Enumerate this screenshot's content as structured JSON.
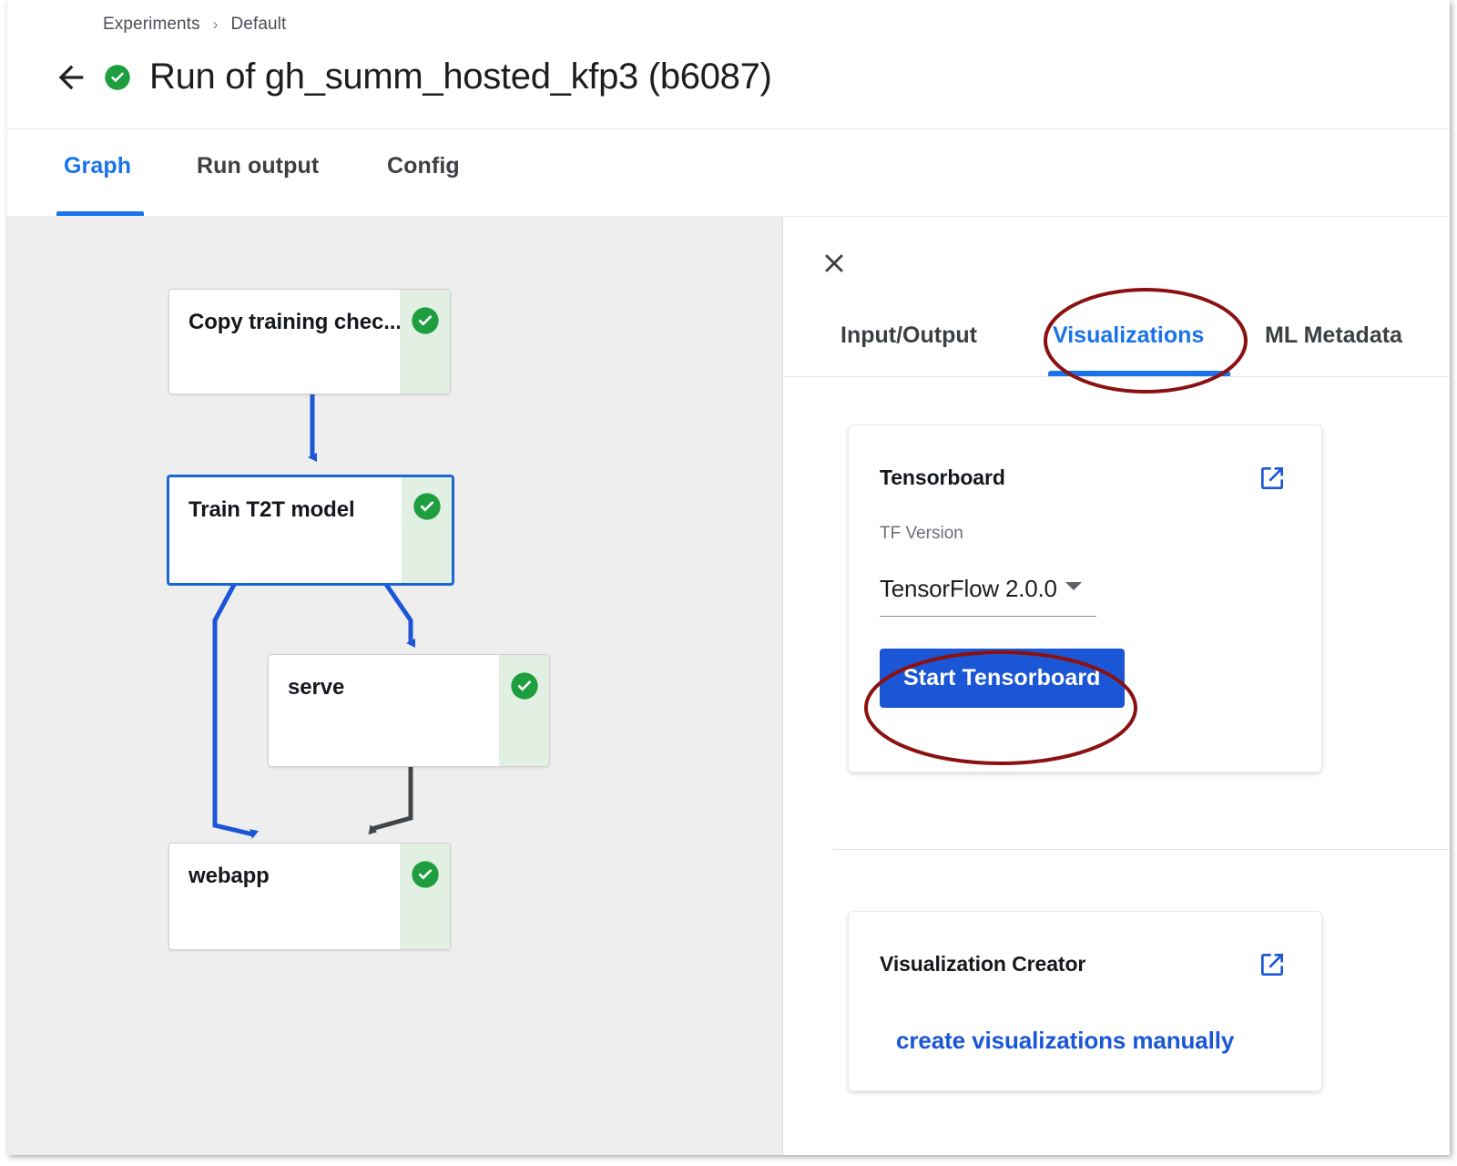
{
  "header": {
    "breadcrumb": {
      "root": "Experiments",
      "separator": "›",
      "current": "Default"
    },
    "back_icon": "arrow-left-icon",
    "run_status_icon": "check-circle-icon",
    "title": "Run of gh_summ_hosted_kfp3 (b6087)"
  },
  "main_tabs": [
    {
      "label": "Graph",
      "active": true
    },
    {
      "label": "Run output",
      "active": false
    },
    {
      "label": "Config",
      "active": false
    }
  ],
  "graph": {
    "background_color": "#eeeeee",
    "edge_color_active": "#1a56d6",
    "edge_color_inactive": "#424548",
    "nodes": [
      {
        "label": "Copy training chec...",
        "status": "succeeded",
        "selected": false
      },
      {
        "label": "Train T2T model",
        "status": "succeeded",
        "selected": true
      },
      {
        "label": "serve",
        "status": "succeeded",
        "selected": false
      },
      {
        "label": "webapp",
        "status": "succeeded",
        "selected": false
      }
    ]
  },
  "side_panel": {
    "close_icon": "close-icon",
    "tabs": [
      {
        "label": "Input/Output",
        "active": false
      },
      {
        "label": "Visualizations",
        "active": true
      },
      {
        "label": "ML Metadata",
        "active": false
      }
    ],
    "tensorboard_card": {
      "title": "Tensorboard",
      "open_icon": "open-in-new-icon",
      "field_label": "TF Version",
      "selected_version": "TensorFlow 2.0.0",
      "caret_icon": "chevron-down-icon",
      "button_label": "Start Tensorboard"
    },
    "visualization_creator_card": {
      "title": "Visualization Creator",
      "open_icon": "open-in-new-icon",
      "link_label": "create visualizations manually"
    }
  },
  "annotations": {
    "color": "#8B1111",
    "shapes": [
      {
        "name": "ellipse-around-visualizations-tab"
      },
      {
        "name": "ellipse-around-start-tensorboard-button"
      }
    ]
  },
  "colors": {
    "accent_blue": "#1a73e8",
    "button_blue": "#1a56d6",
    "status_green": "#1e9e3e",
    "status_green_bg": "#e2f0e3",
    "annotation_red": "#8B1111"
  }
}
